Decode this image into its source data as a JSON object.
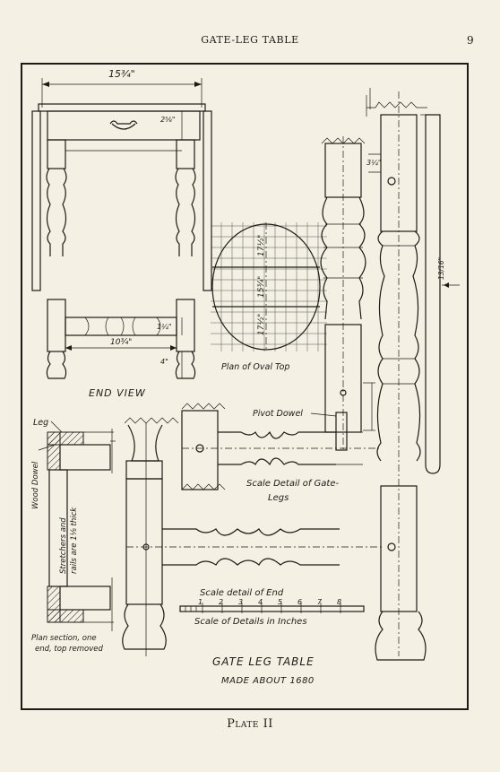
{
  "running_head": "GATE-LEG TABLE",
  "page_number": "9",
  "plate_caption": "Plate II",
  "drawing": {
    "title": "Gate Leg Table",
    "subtitle": "Made about 1680",
    "labels": {
      "end_view": "End View",
      "plan_oval_top": "Plan of Oval Top",
      "pivot_dowel": "Pivot Dowel",
      "scale_detail_gate_1": "Scale Detail of Gate-",
      "scale_detail_gate_2": "Legs",
      "scale_detail_end": "Scale detail of End",
      "scale_details_inches": "Scale of Details in Inches",
      "leg": "Leg",
      "wood_dowel": "Wood Dowel",
      "stretchers_1": "Stretchers and",
      "stretchers_2": "rails are 1⅛ thick",
      "plan_section_1": "Plan section, one",
      "plan_section_2": "end, top removed"
    },
    "dimensions": {
      "top_width": "15¾\"",
      "rail_depth": "2⅝\"",
      "stretcher_height": "1¼\"",
      "inner_width": "10¾\"",
      "foot_height": "4\"",
      "oval_1": "17½\"",
      "oval_2": "15¾\"",
      "oval_3": "17½\"",
      "leg_top": "3¼\"",
      "leaf_thickness": "13/16\""
    },
    "scale_numbers": [
      "1",
      "2",
      "3",
      "4",
      "5",
      "6",
      "7",
      "8"
    ]
  }
}
